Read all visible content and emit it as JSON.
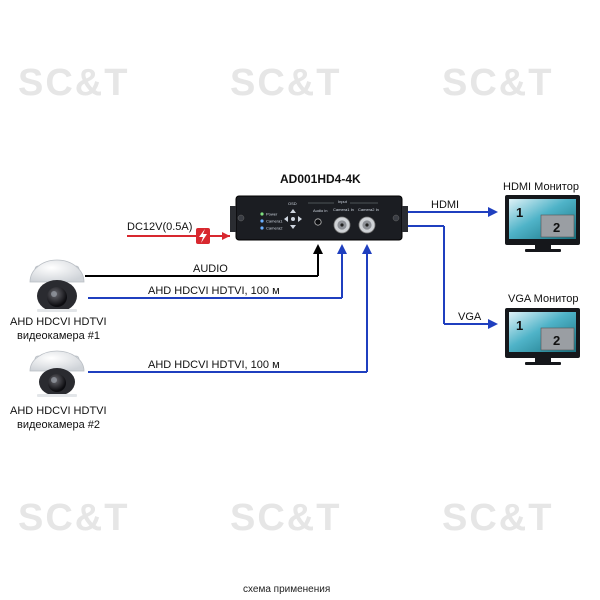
{
  "watermark": "SC&T",
  "device": {
    "title": "AD001HD4-4K",
    "panel": {
      "osd": "OSD",
      "input": "Input",
      "power": "Power",
      "camera1": "Camera1",
      "camera2": "Camera2",
      "audio": "Audio in",
      "camera1_in": "Camera1 In",
      "camera2_in": "Camera2 In"
    }
  },
  "power": {
    "label": "DC12V(0.5A)"
  },
  "links": {
    "audio": "AUDIO",
    "cam1": "AHD HDCVI HDTVI, 100 м",
    "cam2": "AHD HDCVI HDTVI, 100 м",
    "hdmi": "HDMI",
    "vga": "VGA"
  },
  "cameras": [
    {
      "line1": "AHD HDCVI HDTVI",
      "line2": "видеокамера #1"
    },
    {
      "line1": "AHD HDCVI HDTVI",
      "line2": "видеокамера #2"
    }
  ],
  "monitors": [
    {
      "title": "HDMI Монитор",
      "win1": "1",
      "win2": "2"
    },
    {
      "title": "VGA Монитор",
      "win1": "1",
      "win2": "2"
    }
  ],
  "caption": "схема применения",
  "colors": {
    "signal": "#1f3fbf",
    "audio": "#000000",
    "power": "#d8282f"
  }
}
